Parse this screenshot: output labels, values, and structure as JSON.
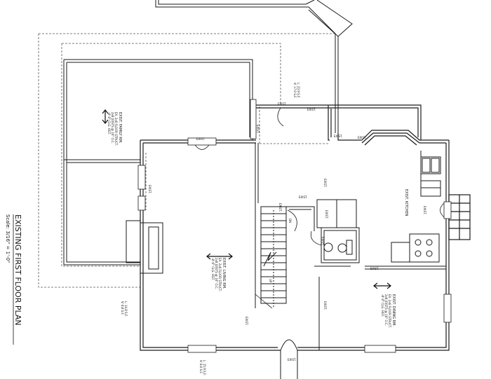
{
  "title": {
    "main": "EXISTING FIRST FLOOR PLAN",
    "scale": "Scale: 3/16\" = 1'-0\""
  },
  "rooms": {
    "family": {
      "name": "EXIST. FAMILY RM.",
      "l1": "EX. 2x6 FLOOR STRUCT.",
      "l2": "2x8 JOISTS @ 16\" O.C.",
      "l3": "-8'-0\" CLG. HGT."
    },
    "living": {
      "name": "EXIST. LIVING RM.",
      "l1": "EX. 2x6 FLOOR STRUCT.",
      "l2": "2x8 JOISTS @ 16\" O.C.",
      "l3": "-8'-0\" CLG. HGT."
    },
    "kitchen": {
      "name": "EXIST. KITCHEN"
    },
    "dining": {
      "name": "EXIST. DINING RM.",
      "l1": "EX. 2x6 FLOOR STRUCT.",
      "l2": "2x8 JOISTS @ 16\" O.C.",
      "l3": "-8'-0\" CLG. HGT."
    }
  },
  "notes": {
    "exist": "EXIST.",
    "up": "UP",
    "dn": "DN",
    "ls_top_1": "L: 23.9 S.F.",
    "ls_top_2": "V: 17.0 S.F.",
    "ls_left_1": "L: 14.8 S.F.",
    "ls_left_2": "V: 8.8 S.F.",
    "ls_bot_1": "L: 15.9 S.F.",
    "ls_bot_2": "V: 8.0 S.F."
  },
  "colors": {
    "line": "#1a1a1a",
    "dash": "#555555"
  }
}
